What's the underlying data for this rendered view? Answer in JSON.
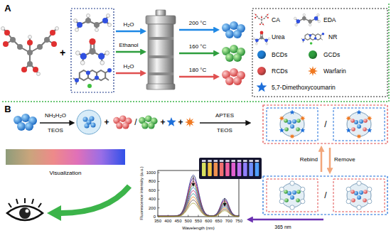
{
  "diagram": {
    "labels": [
      "A",
      "+",
      "H₂O",
      "Ethanol",
      "H₂O",
      "200 °C",
      "160 °C",
      "180 °C",
      "B",
      "NH₃H₂O",
      "TEOS",
      "+",
      "/",
      "+",
      "+",
      "APTES",
      "TEOS",
      "/",
      "Rebind",
      "Remove",
      "/",
      "Visualization",
      "Fluorescence intensity (a.u.)",
      "Wavelength (nm)",
      "0",
      "200",
      "400",
      "600",
      "800",
      "1000",
      "350",
      "400",
      "450",
      "500",
      "550",
      "600",
      "650",
      "700",
      "750",
      "365 nm"
    ],
    "legend": [
      {
        "text": "CA"
      },
      {
        "text": "EDA"
      },
      {
        "text": "Urea"
      },
      {
        "text": "NR"
      },
      {
        "text": "BCDs",
        "color": "#1e7fd6"
      },
      {
        "text": "GCDs",
        "color": "#2e9e3e"
      },
      {
        "text": "RCDs",
        "color": "#e05050"
      },
      {
        "text": "Warfarin"
      },
      {
        "text": "5,7-Dimethoxycoumarin"
      }
    ]
  }
}
